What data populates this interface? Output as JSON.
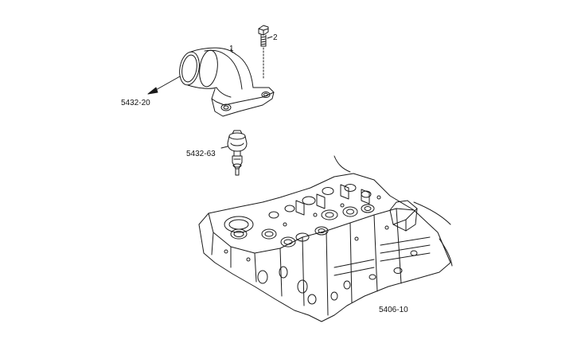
{
  "diagram": {
    "labels": {
      "part_1": "1",
      "part_2": "2",
      "ref_outlet": "5432-20",
      "ref_thermostat": "5432-63",
      "ref_head": "5406-10"
    }
  }
}
